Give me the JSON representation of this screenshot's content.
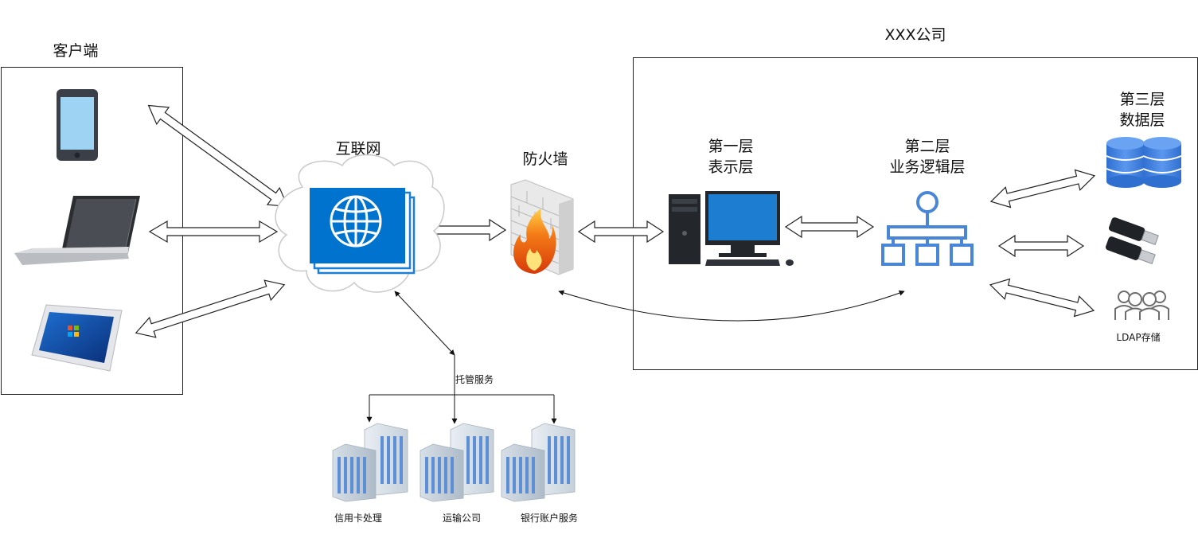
{
  "client": {
    "title": "客户端"
  },
  "company": {
    "title": "XXX公司"
  },
  "internet": {
    "label": "互联网"
  },
  "firewall": {
    "label": "防火墙"
  },
  "tier1": {
    "line1": "第一层",
    "line2": "表示层"
  },
  "tier2": {
    "line1": "第二层",
    "line2": "业务逻辑层"
  },
  "tier3": {
    "line1": "第三层",
    "line2": "数据层"
  },
  "ldap": {
    "label": "LDAP存储"
  },
  "hosting": {
    "label": "托管服务"
  },
  "services": [
    {
      "label": "信用卡处理"
    },
    {
      "label": "运输公司"
    },
    {
      "label": "银行账户服务"
    }
  ],
  "colors": {
    "accent_blue": "#0073cf",
    "icon_blue": "#4a86d8",
    "stroke": "#222222"
  }
}
